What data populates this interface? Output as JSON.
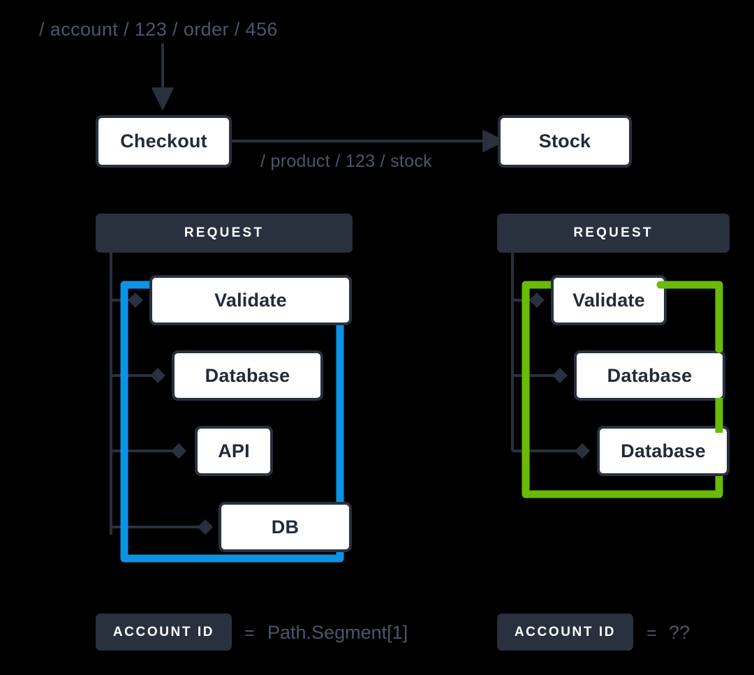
{
  "diagram": {
    "title_path": "/ account / 123 / order / 456",
    "edge_label": "/ product / 123 / stock",
    "colors": {
      "dark": "#29313f",
      "muted_text": "#4c5668",
      "box_fill": "#ffffff",
      "highlight_blue": "#0d93e5",
      "highlight_green": "#69bb07",
      "background": "#000000"
    },
    "services": [
      {
        "name": "Checkout"
      },
      {
        "name": "Stock"
      }
    ],
    "left_trace": {
      "header": "REQUEST",
      "highlight_color": "#0d93e5",
      "spans": [
        {
          "label": "Validate"
        },
        {
          "label": "Database"
        },
        {
          "label": "API"
        },
        {
          "label": "DB"
        }
      ],
      "legend": {
        "chip": "ACCOUNT ID",
        "equals": "=",
        "value": "Path.Segment[1]"
      }
    },
    "right_trace": {
      "header": "REQUEST",
      "highlight_color": "#69bb07",
      "spans": [
        {
          "label": "Validate"
        },
        {
          "label": "Database"
        },
        {
          "label": "Database"
        }
      ],
      "legend": {
        "chip": "ACCOUNT ID",
        "equals": "=",
        "value": "??"
      }
    }
  }
}
